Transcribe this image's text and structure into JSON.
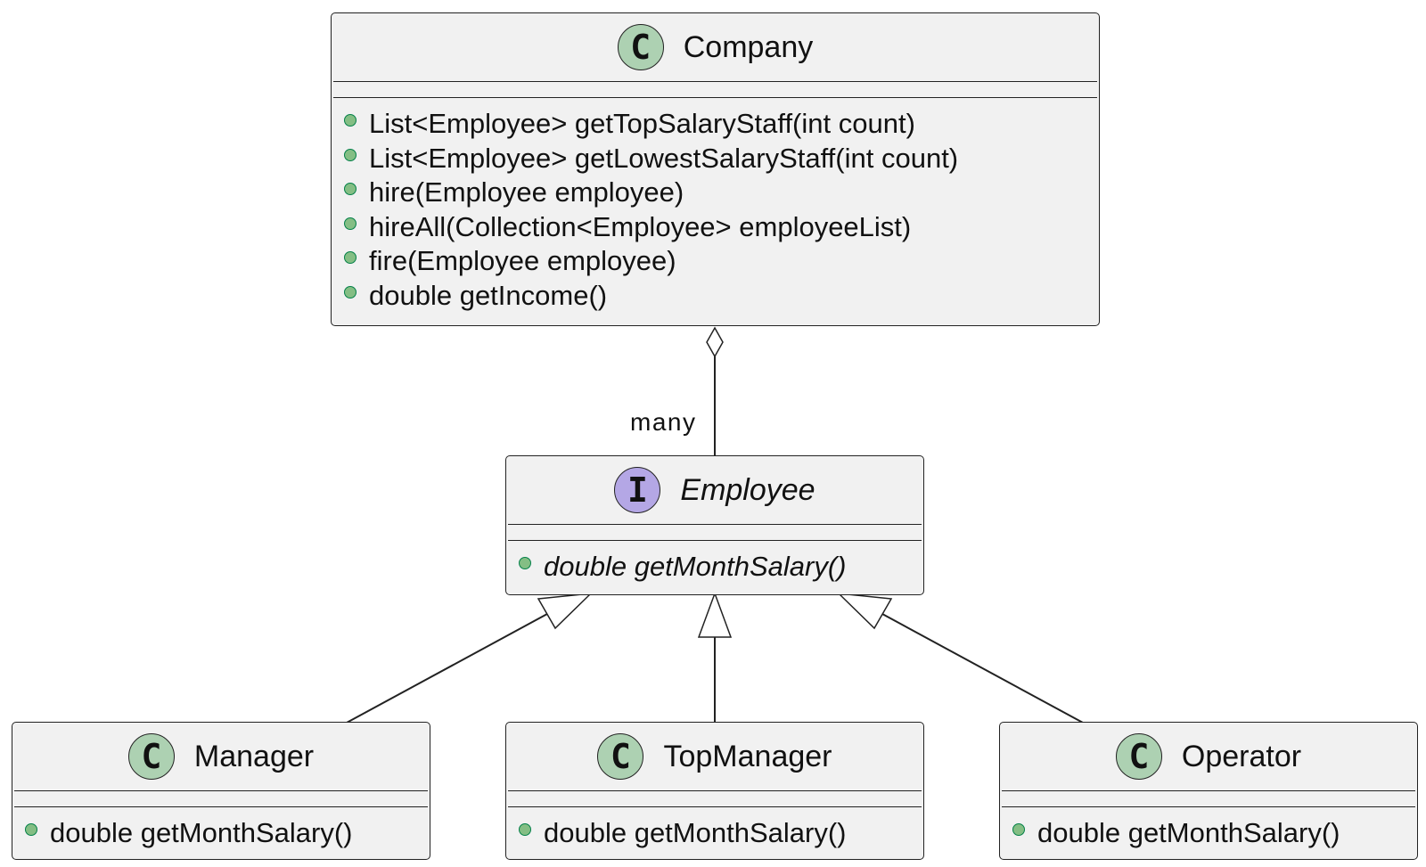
{
  "diagram": {
    "type": "uml-class",
    "classes": [
      {
        "id": "company",
        "name": "Company",
        "stereotype": "class",
        "badge": "C",
        "methods": [
          "List<Employee> getTopSalaryStaff(int count)",
          "List<Employee> getLowestSalaryStaff(int count)",
          "hire(Employee employee)",
          "hireAll(Collection<Employee> employeeList)",
          "fire(Employee employee)",
          "double getIncome()"
        ]
      },
      {
        "id": "employee",
        "name": "Employee",
        "stereotype": "interface",
        "badge": "I",
        "methods": [
          "double getMonthSalary()"
        ]
      },
      {
        "id": "manager",
        "name": "Manager",
        "stereotype": "class",
        "badge": "C",
        "methods": [
          "double getMonthSalary()"
        ]
      },
      {
        "id": "topmanager",
        "name": "TopManager",
        "stereotype": "class",
        "badge": "C",
        "methods": [
          "double getMonthSalary()"
        ]
      },
      {
        "id": "operator",
        "name": "Operator",
        "stereotype": "class",
        "badge": "C",
        "methods": [
          "double getMonthSalary()"
        ]
      }
    ],
    "relations": [
      {
        "type": "aggregation",
        "from": "Company",
        "to": "Employee",
        "multiplicity": "many"
      },
      {
        "type": "realization",
        "from": "Manager",
        "to": "Employee"
      },
      {
        "type": "realization",
        "from": "TopManager",
        "to": "Employee"
      },
      {
        "type": "realization",
        "from": "Operator",
        "to": "Employee"
      }
    ]
  },
  "colors": {
    "box_fill": "#f1f1f1",
    "class_badge": "#add1b2",
    "interface_badge": "#b4a7e5",
    "visibility_public": "#84be84"
  }
}
